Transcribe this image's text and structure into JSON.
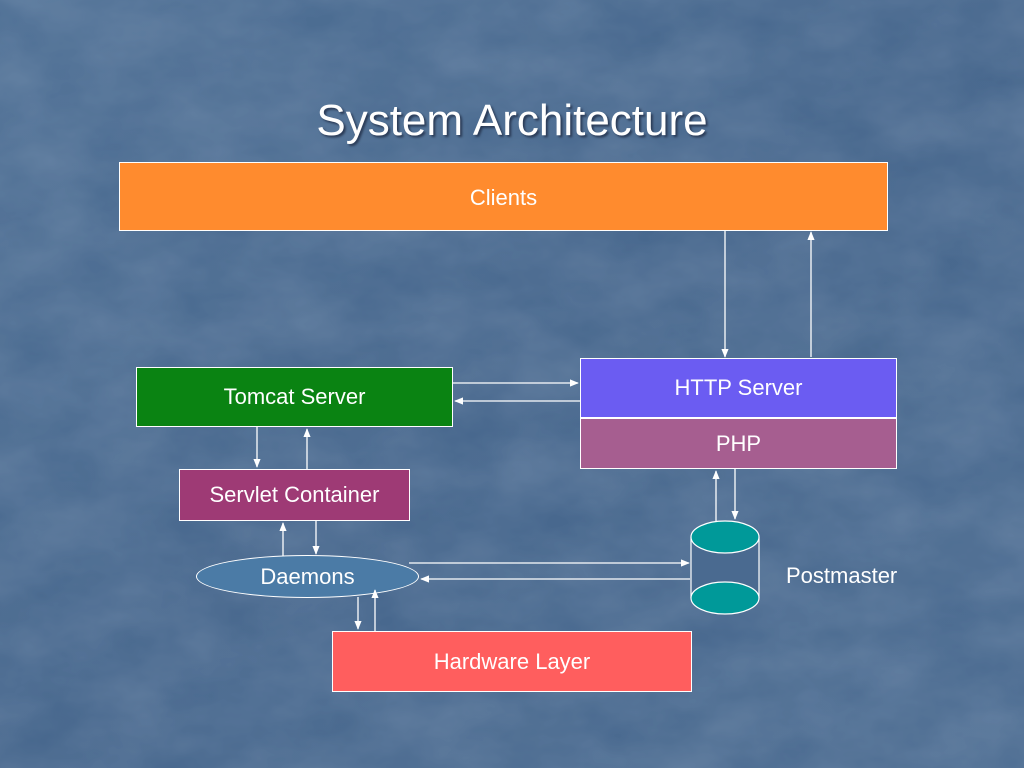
{
  "slide": {
    "title": "System Architecture",
    "background_color": "#4a6a90"
  },
  "nodes": {
    "clients": {
      "label": "Clients",
      "color": "#ff8b2e"
    },
    "tomcat_server": {
      "label": "Tomcat Server",
      "color": "#0a8312"
    },
    "servlet_container": {
      "label": "Servlet Container",
      "color": "#9e3a75"
    },
    "http_server": {
      "label": "HTTP Server",
      "color": "#6b5cf2"
    },
    "php": {
      "label": "PHP",
      "color": "#a65e90"
    },
    "daemons": {
      "label": "Daemons",
      "color": "#4b7ba6"
    },
    "hardware_layer": {
      "label": "Hardware Layer",
      "color": "#ff5e5e"
    },
    "postmaster": {
      "label": "Postmaster",
      "color": "#009999",
      "shape": "database-cylinder-icon"
    }
  },
  "edges": [
    {
      "from": "clients",
      "to": "http_server"
    },
    {
      "from": "http_server",
      "to": "clients"
    },
    {
      "from": "tomcat_server",
      "to": "http_server"
    },
    {
      "from": "http_server",
      "to": "tomcat_server"
    },
    {
      "from": "tomcat_server",
      "to": "servlet_container"
    },
    {
      "from": "servlet_container",
      "to": "tomcat_server"
    },
    {
      "from": "servlet_container",
      "to": "daemons"
    },
    {
      "from": "daemons",
      "to": "servlet_container"
    },
    {
      "from": "daemons",
      "to": "postmaster"
    },
    {
      "from": "postmaster",
      "to": "daemons"
    },
    {
      "from": "php",
      "to": "postmaster"
    },
    {
      "from": "postmaster",
      "to": "php"
    },
    {
      "from": "daemons",
      "to": "hardware_layer"
    },
    {
      "from": "hardware_layer",
      "to": "daemons"
    }
  ]
}
